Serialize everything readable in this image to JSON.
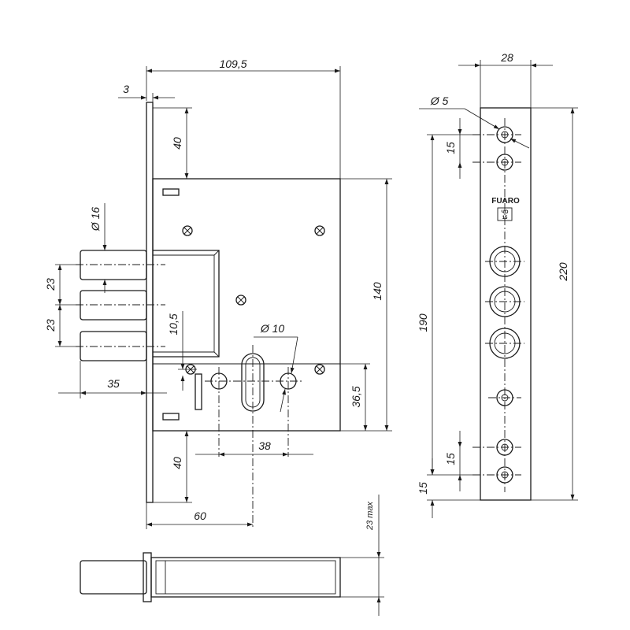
{
  "drawing": {
    "brand": "FUARO",
    "mark_top": "ЧО",
    "mark_bottom": "15",
    "dims": {
      "width_total": "109,5",
      "front_offset": "3",
      "top_to_case": "40",
      "case_height": "140",
      "bolt_dia": "Ø 16",
      "bolt_pitch_1": "23",
      "bolt_pitch_2": "23",
      "latch_offset": "10,5",
      "bolt_throw": "35",
      "cyl_hole_dia": "Ø 10",
      "cyl_to_bottom": "36,5",
      "hole_spacing": "38",
      "bottom_to_plate": "40",
      "backset": "60",
      "plate_width": "28",
      "screw_dia": "Ø 5",
      "screw_pitch_top": "15",
      "faceplate_length": "220",
      "screw_span": "190",
      "screw_pitch_bottom": "15",
      "end_offset": "15",
      "thickness_max": "23 max"
    }
  }
}
